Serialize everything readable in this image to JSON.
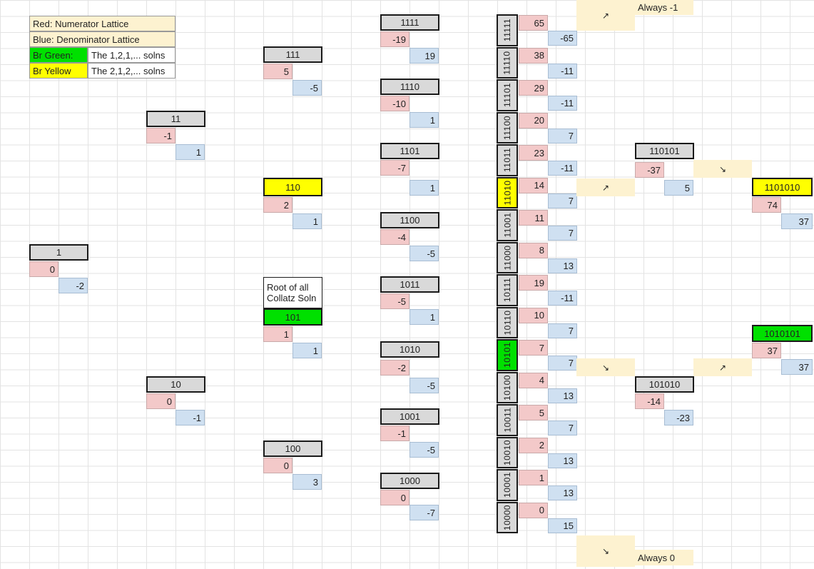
{
  "legend": {
    "red": "Red: Numerator Lattice",
    "blue": "Blue: Denominator Lattice",
    "green_label": "Br Green:",
    "green_value": "The 1,2,1,... solns",
    "yellow_label": "Br Yellow",
    "yellow_value": "The 2,1,2,... solns"
  },
  "root_note": "Root of all Collatz Soln",
  "nodes": {
    "n1": {
      "label": "1",
      "num": "0",
      "den": "-2"
    },
    "n10": {
      "label": "10",
      "num": "0",
      "den": "-1"
    },
    "n11": {
      "label": "11",
      "num": "-1",
      "den": "1"
    },
    "n100": {
      "label": "100",
      "num": "0",
      "den": "3"
    },
    "n101": {
      "label": "101",
      "num": "1",
      "den": "1"
    },
    "n110": {
      "label": "110",
      "num": "2",
      "den": "1"
    },
    "n111": {
      "label": "111",
      "num": "5",
      "den": "-5"
    },
    "n1000": {
      "label": "1000",
      "num": "0",
      "den": "-7"
    },
    "n1001": {
      "label": "1001",
      "num": "-1",
      "den": "-5"
    },
    "n1010": {
      "label": "1010",
      "num": "-2",
      "den": "-5"
    },
    "n1011": {
      "label": "1011",
      "num": "-5",
      "den": "1"
    },
    "n1100": {
      "label": "1100",
      "num": "-4",
      "den": "-5"
    },
    "n1101": {
      "label": "1101",
      "num": "-7",
      "den": "1"
    },
    "n1110": {
      "label": "1110",
      "num": "-10",
      "den": "1"
    },
    "n1111": {
      "label": "1111",
      "num": "-19",
      "den": "19"
    },
    "n110101": {
      "label": "110101",
      "num": "-37",
      "den": "5"
    },
    "n101010": {
      "label": "101010",
      "num": "-14",
      "den": "-23"
    },
    "n1101010": {
      "label": "1101010",
      "num": "74",
      "den": "37"
    },
    "n1010101": {
      "label": "1010101",
      "num": "37",
      "den": "37"
    }
  },
  "column": [
    {
      "label": "11111",
      "num": "65",
      "den": "-65"
    },
    {
      "label": "11110",
      "num": "38",
      "den": "-11"
    },
    {
      "label": "11101",
      "num": "29",
      "den": "-11"
    },
    {
      "label": "11100",
      "num": "20",
      "den": "7"
    },
    {
      "label": "11011",
      "num": "23",
      "den": "-11"
    },
    {
      "label": "11010",
      "num": "14",
      "den": "7"
    },
    {
      "label": "11001",
      "num": "11",
      "den": "7"
    },
    {
      "label": "11000",
      "num": "8",
      "den": "13"
    },
    {
      "label": "10111",
      "num": "19",
      "den": "-11"
    },
    {
      "label": "10110",
      "num": "10",
      "den": "7"
    },
    {
      "label": "10101",
      "num": "7",
      "den": "7"
    },
    {
      "label": "10100",
      "num": "4",
      "den": "13"
    },
    {
      "label": "10011",
      "num": "5",
      "den": "7"
    },
    {
      "label": "10010",
      "num": "2",
      "den": "13"
    },
    {
      "label": "10001",
      "num": "1",
      "den": "13"
    },
    {
      "label": "10000",
      "num": "0",
      "den": "15"
    }
  ],
  "arrows": {
    "ne": "↗",
    "se": "↘"
  },
  "always_neg1": "Always -1",
  "always_0": "Always 0",
  "colors": {
    "numerator": "#f3c9c9",
    "denominator": "#cfe0f1",
    "highlight_green": "#00e000",
    "highlight_yellow": "#ffff00",
    "arrow_cell": "#fdf2d0"
  }
}
